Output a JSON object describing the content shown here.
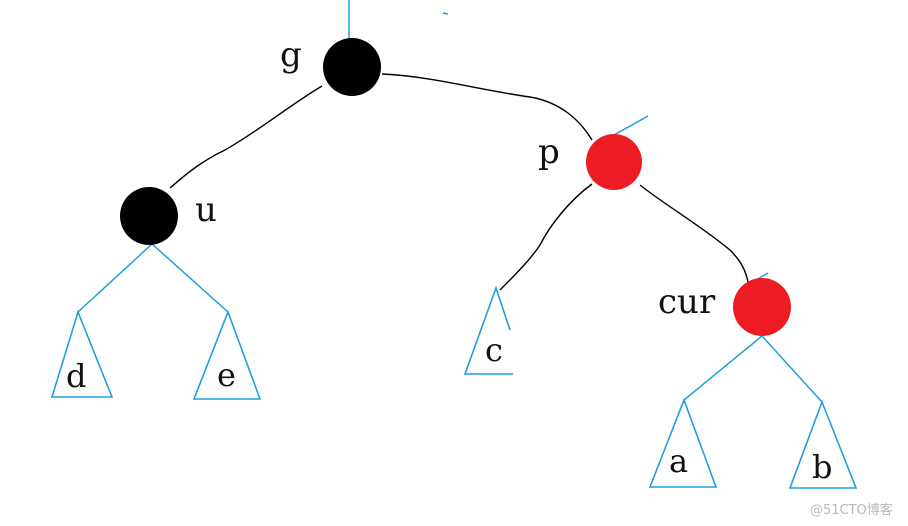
{
  "diagram": {
    "nodes": [
      {
        "id": "g",
        "label": "g",
        "color": "#000000"
      },
      {
        "id": "u",
        "label": "u",
        "color": "#000000"
      },
      {
        "id": "p",
        "label": "p",
        "color": "#ed1c24"
      },
      {
        "id": "cur",
        "label": "cur",
        "color": "#ed1c24"
      }
    ],
    "subtrees": [
      {
        "id": "d",
        "label": "d"
      },
      {
        "id": "e",
        "label": "e"
      },
      {
        "id": "c",
        "label": "c"
      },
      {
        "id": "a",
        "label": "a"
      },
      {
        "id": "b",
        "label": "b"
      }
    ],
    "colors": {
      "black_node": "#000000",
      "red_node": "#ed1c24",
      "edge": "#000000",
      "subtree_outline": "#1f9fe0"
    }
  },
  "watermark": "@51CTO博客"
}
